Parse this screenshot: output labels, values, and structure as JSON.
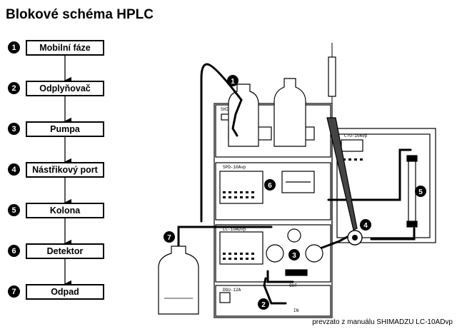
{
  "title": "Blokové schéma HPLC",
  "steps": [
    {
      "num": "1",
      "label": "Mobilní fáze"
    },
    {
      "num": "2",
      "label": "Odplyňovač"
    },
    {
      "num": "3",
      "label": "Pumpa"
    },
    {
      "num": "4",
      "label": "Nástřikový port"
    },
    {
      "num": "5",
      "label": "Kolona"
    },
    {
      "num": "6",
      "label": "Detektor"
    },
    {
      "num": "7",
      "label": "Odpad"
    }
  ],
  "instrument": {
    "panel_labels": [
      "SHIMADZU",
      "CTO-10Avp",
      "SPD-10Avp",
      "LC-10ADvp",
      "DGU-12A"
    ],
    "port_labels": [
      "OUT",
      "IN"
    ],
    "callouts": [
      "1",
      "2",
      "3",
      "4",
      "5",
      "6",
      "7"
    ]
  },
  "credit": "prevzato z manuálu SHIMADZU LC-10ADvp"
}
